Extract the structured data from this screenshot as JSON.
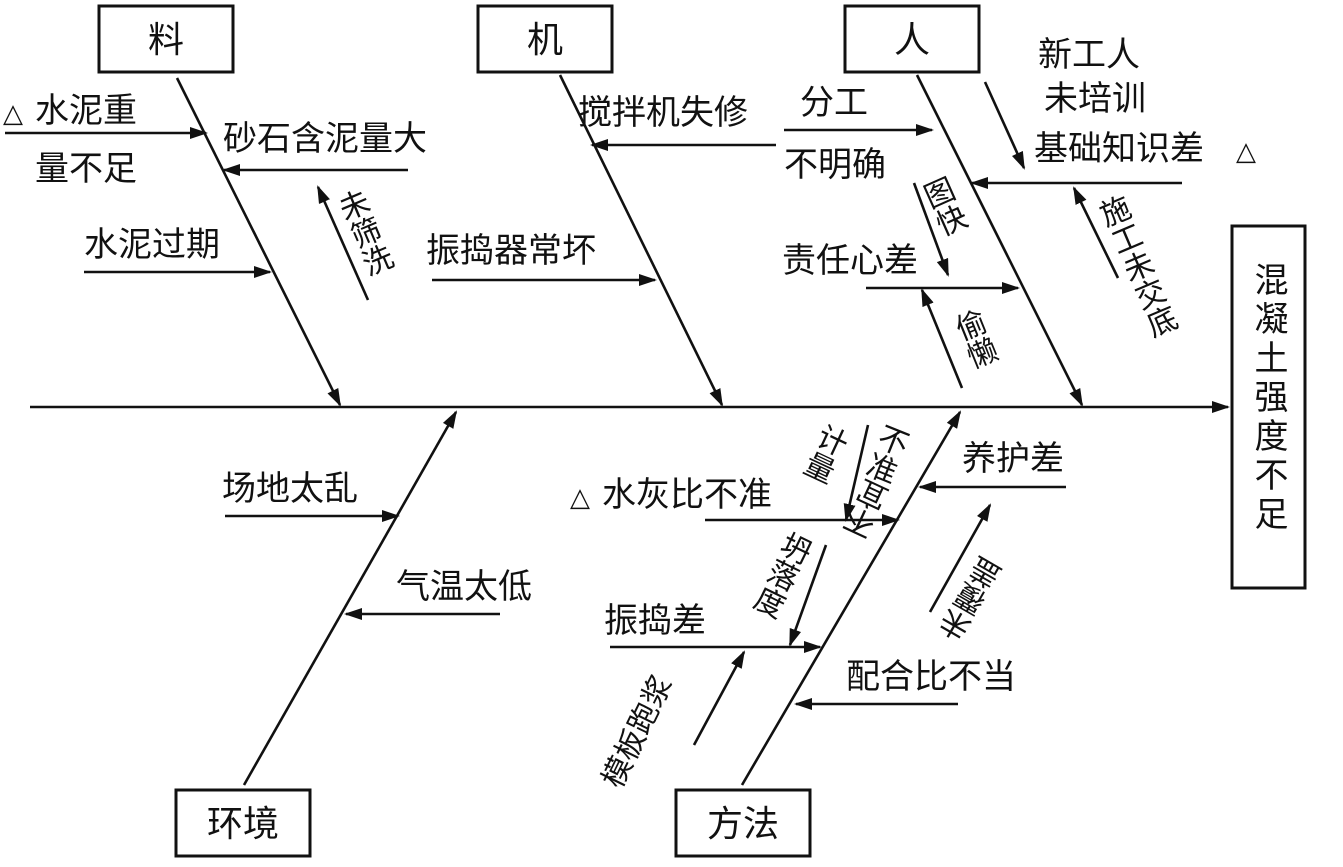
{
  "effect": "混凝土强度不足",
  "categories": {
    "material": "料",
    "machine": "机",
    "people": "人",
    "environment": "环境",
    "method": "方法"
  },
  "causes": {
    "cement_weight_1": "水泥重",
    "cement_weight_2": "量不足",
    "sand_mud": "砂石含泥量大",
    "not_sieved": "未筛洗",
    "cement_expired": "水泥过期",
    "mixer": "搅拌机失修",
    "vibrator": "振捣器常坏",
    "division_1": "分工",
    "division_2": "不明确",
    "new_workers_1": "新工人",
    "new_workers_2": "未培训",
    "basic_knowledge": "基础知识差",
    "rush": "图快",
    "responsibility": "责任心差",
    "lazy": "偷懒",
    "no_briefing": "施工未交底",
    "site_messy": "场地太乱",
    "low_temp": "气温太低",
    "wc_ratio": "水灰比不准",
    "metering": "计量",
    "inaccurate": "不准",
    "curing": "养护差",
    "not_covered": "未覆盖",
    "slump_1": "坍落度",
    "slump_2": "不宜",
    "vibration": "振捣差",
    "mix_ratio": "配合比不当",
    "formwork": "模板跑浆"
  },
  "marker": "△",
  "colors": {
    "line": "#111111",
    "text": "#111111"
  }
}
